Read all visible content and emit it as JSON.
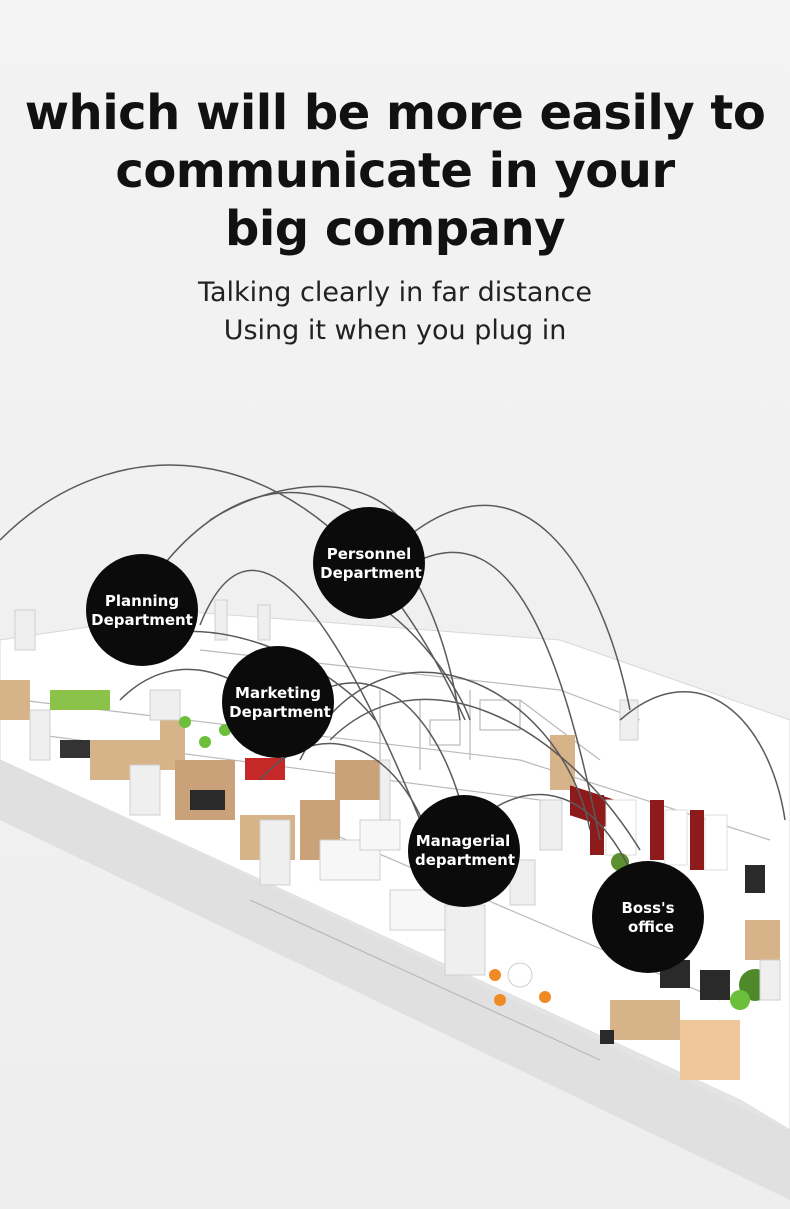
{
  "headline": {
    "line1": "which will be more easily to",
    "line2": "communicate in your",
    "line3": "big company"
  },
  "subline": {
    "line1": "Talking clearly in far distance",
    "line2": "Using it when you plug in"
  },
  "departments": {
    "planning": {
      "line1": "Planning",
      "line2": "Department"
    },
    "personnel": {
      "line1": "Personnel",
      "line2": "Department"
    },
    "marketing": {
      "line1": "Marketing",
      "line2": "Department"
    },
    "managerial": {
      "line1": "Managerial",
      "line2": "department"
    },
    "boss": {
      "line1": "Boss's",
      "line2": "office"
    }
  },
  "colors": {
    "bubble": "#0b0b0b",
    "floor": "#fbfbfb",
    "wood": "#d7b38a",
    "chair_red": "#8e1b1b",
    "accent_green": "#6bbf3a",
    "accent_orange": "#f08a24"
  }
}
